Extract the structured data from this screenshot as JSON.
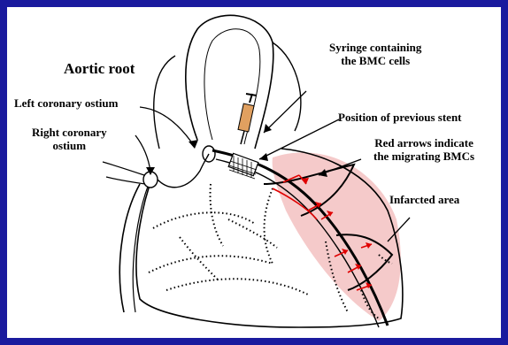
{
  "colors": {
    "background": "#1a1a9e",
    "canvas": "#ffffff",
    "infarct": "#f2b8b8",
    "arrow": "#e00000",
    "syringe_body": "#e0a060",
    "ink": "#000000"
  },
  "labels": {
    "aortic_root": "Aortic root",
    "left_coronary_ostium": "Left coronary ostium",
    "right_coronary_ostium_line1": "Right coronary",
    "right_coronary_ostium_line2": "ostium",
    "syringe_line1": "Syringe containing",
    "syringe_line2": "the BMC cells",
    "previous_stent": "Position of previous stent",
    "red_arrows_line1": "Red arrows indicate",
    "red_arrows_line2": "the migrating BMCs",
    "infarcted_area": "Infarcted area"
  },
  "icons": {
    "syringe": "syringe-icon",
    "stent": "stent-icon",
    "heart": "heart-outline"
  }
}
